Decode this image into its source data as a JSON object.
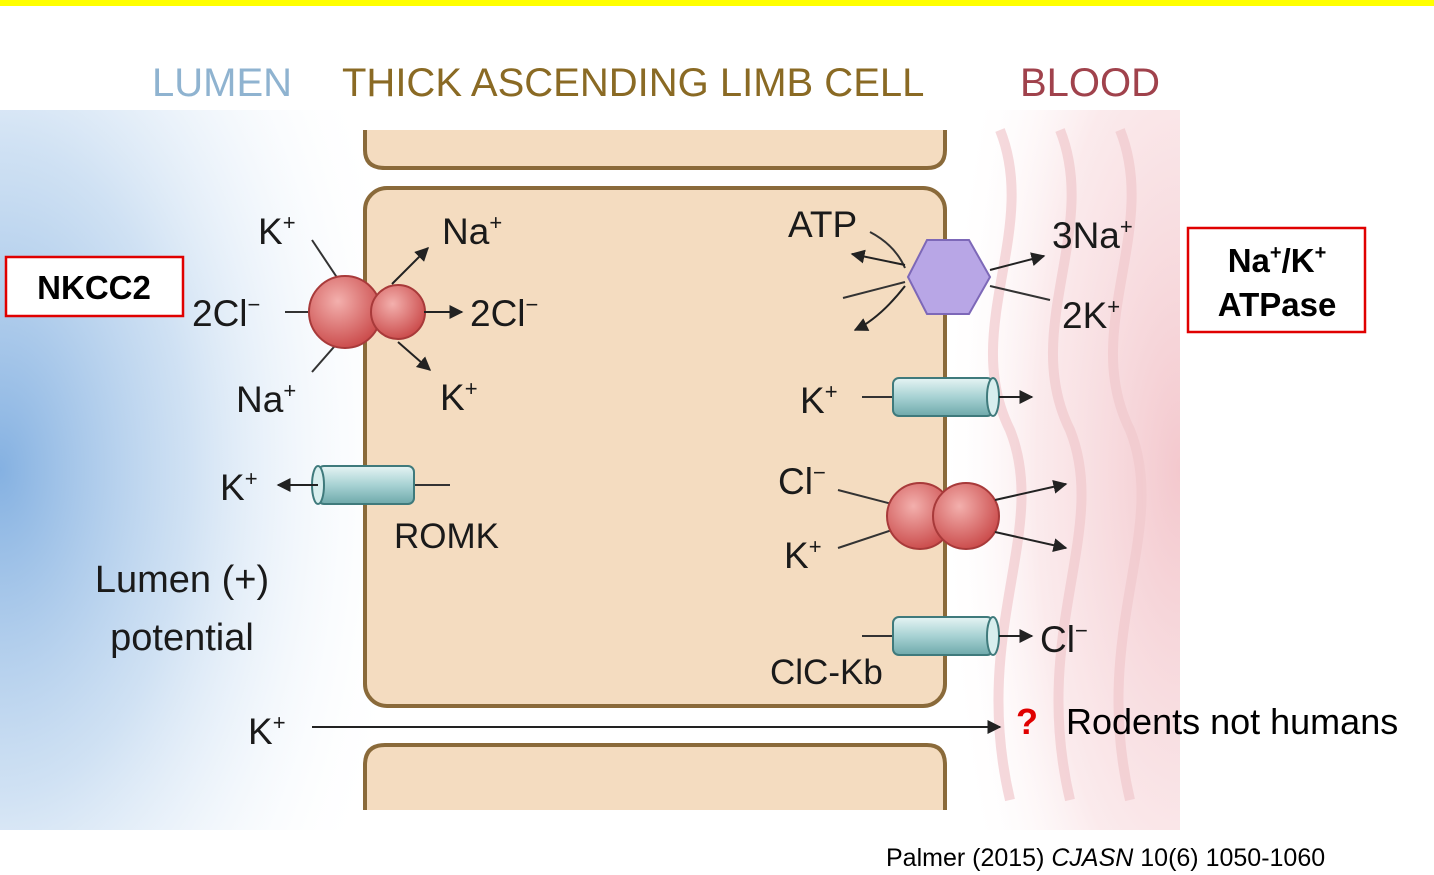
{
  "header": {
    "lumen": "LUMEN",
    "cell": "THICK ASCENDING LIMB CELL",
    "blood": "BLOOD"
  },
  "nkcc2": {
    "box_label": "NKCC2",
    "in_k": "K",
    "in_cl": "2Cl",
    "in_na": "Na",
    "out_na": "Na",
    "out_cl": "2Cl",
    "out_k": "K"
  },
  "pump": {
    "atp": "ATP",
    "out_na": "3Na",
    "in_k": "2K",
    "box_line1_a": "Na",
    "box_line1_sep": "/K",
    "box_line2": "ATPase"
  },
  "channels": {
    "basolateral_k": "K",
    "kcc_cl": "Cl",
    "kcc_k": "K",
    "clc_cl": "Cl",
    "clc_name": "ClC-Kb",
    "romk_k": "K",
    "romk_name": "ROMK"
  },
  "lumen_potential": {
    "line1": "Lumen (+)",
    "line2": "potential"
  },
  "paracellular": {
    "k": "K",
    "question": "?",
    "note": "Rodents not humans"
  },
  "citation": {
    "author": "Palmer (2015) ",
    "journal": "CJASN",
    "ref": " 10(6) 1050-1060"
  },
  "colors": {
    "top_bar": "#ffff00",
    "lumen_text": "#8fb3d0",
    "cell_text": "#8a6a24",
    "blood_text": "#a0424c",
    "cell_fill": "#f4dcc0",
    "cell_stroke": "#8a6a3a",
    "cotransporter": "#d85a5a",
    "pump": "#b8a6e6",
    "channel": "#bfe0e0",
    "box_border": "#e00000",
    "question": "#e00000"
  }
}
